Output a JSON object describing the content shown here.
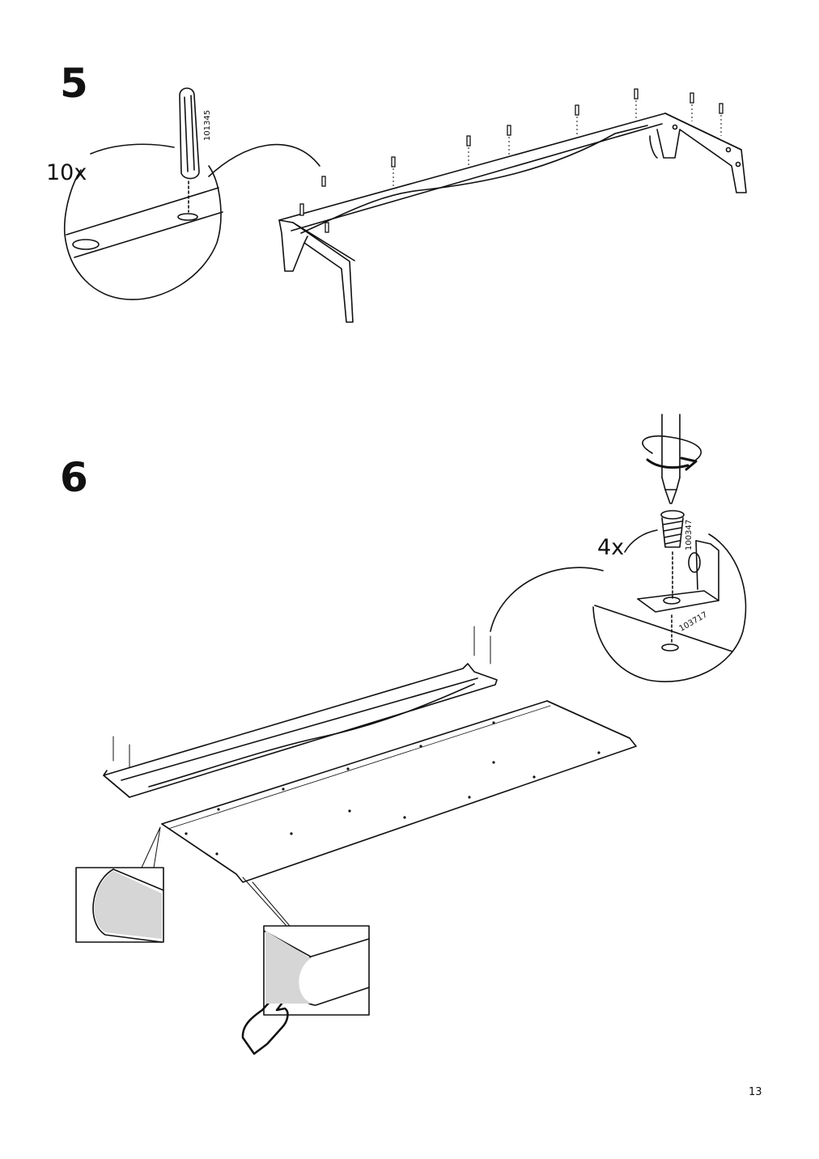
{
  "page": {
    "number": "13"
  },
  "step5": {
    "number": "5",
    "quantity": "10x",
    "part_number": "101345",
    "part_icon": "wooden-dowel-icon"
  },
  "step6": {
    "number": "6",
    "quantity": "4x",
    "screw_part_number": "100347",
    "bracket_part_number": "103717",
    "tool_icon": "screwdriver-rotate-icon",
    "hint_icon": "hand-touch-icon"
  }
}
